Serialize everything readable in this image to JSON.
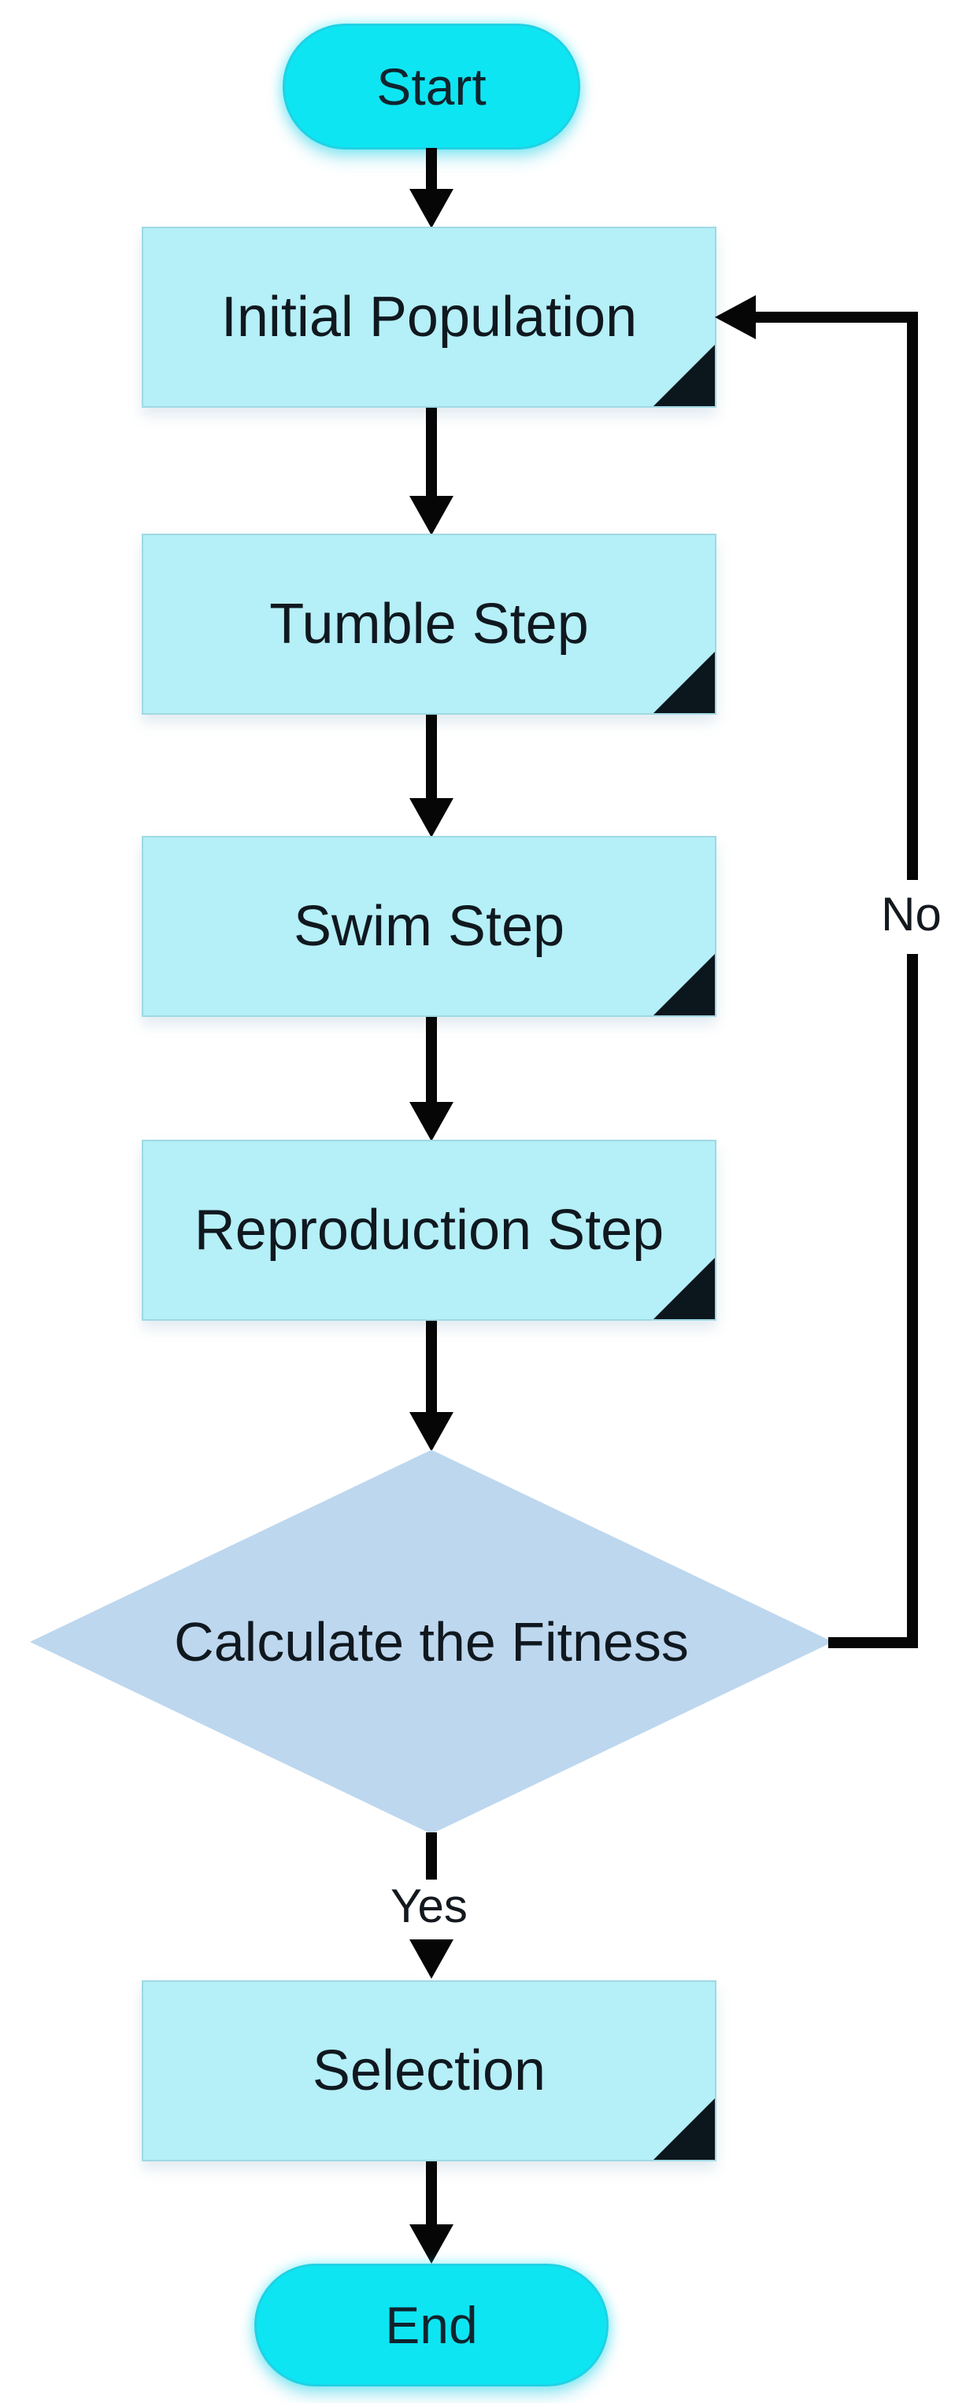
{
  "flowchart": {
    "nodes": [
      {
        "id": "start",
        "type": "terminator",
        "label": "Start"
      },
      {
        "id": "initial-population",
        "type": "process",
        "label": "Initial Population"
      },
      {
        "id": "tumble-step",
        "type": "process",
        "label": "Tumble Step"
      },
      {
        "id": "swim-step",
        "type": "process",
        "label": "Swim Step"
      },
      {
        "id": "reproduction-step",
        "type": "process",
        "label": "Reproduction Step"
      },
      {
        "id": "calculate-fitness",
        "type": "decision",
        "label": "Calculate the Fitness"
      },
      {
        "id": "selection",
        "type": "process",
        "label": "Selection"
      },
      {
        "id": "end",
        "type": "terminator",
        "label": "End"
      }
    ],
    "edges": [
      {
        "from": "start",
        "to": "initial-population",
        "label": ""
      },
      {
        "from": "initial-population",
        "to": "tumble-step",
        "label": ""
      },
      {
        "from": "tumble-step",
        "to": "swim-step",
        "label": ""
      },
      {
        "from": "swim-step",
        "to": "reproduction-step",
        "label": ""
      },
      {
        "from": "reproduction-step",
        "to": "calculate-fitness",
        "label": ""
      },
      {
        "from": "calculate-fitness",
        "to": "selection",
        "label": "Yes"
      },
      {
        "from": "calculate-fitness",
        "to": "initial-population",
        "label": "No"
      },
      {
        "from": "selection",
        "to": "end",
        "label": ""
      }
    ],
    "colors": {
      "terminator_fill": "#0ee5f2",
      "process_fill": "#b5eff7",
      "process_border": "#9fd9e3",
      "decision_fill": "#bdd7ee",
      "connector": "#060606",
      "corner_fold": "#0c161d",
      "text": "#10181f"
    }
  }
}
